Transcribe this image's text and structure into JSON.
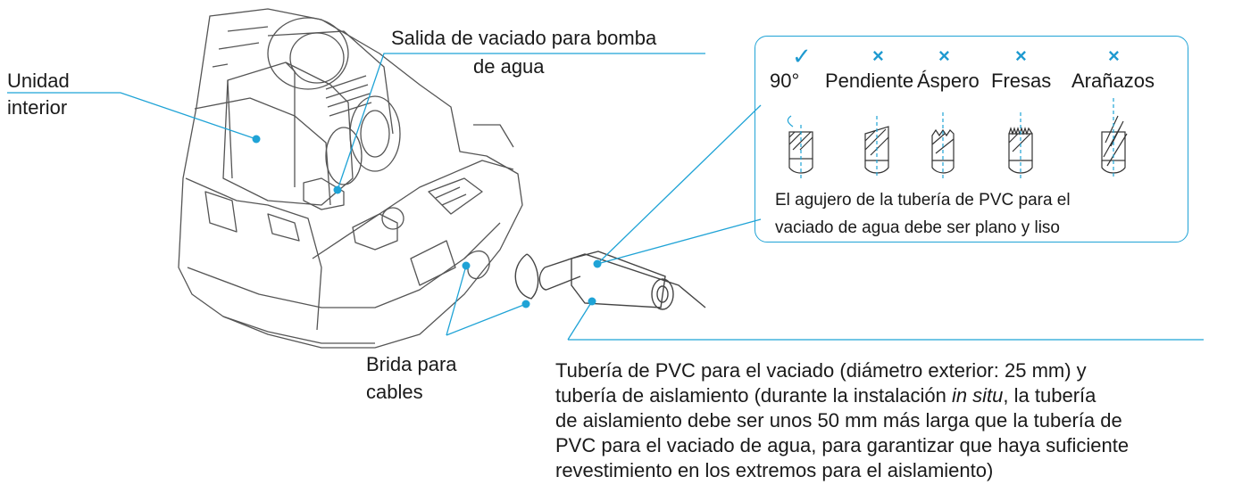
{
  "labels": {
    "indoor_unit": [
      "Unidad",
      "interior"
    ],
    "drain_outlet": [
      "Salida de vaciado para bomba",
      "de agua"
    ],
    "cable_tie": [
      "Brida para",
      "cables"
    ],
    "pvc_pipe_lines": [
      "Tubería de PVC para el vaciado (diámetro exterior: 25 mm) y",
      "de aislamiento debe ser unos 50 mm más larga que la tubería de",
      "PVC para el vaciado de agua, para garantizar que haya suficiente",
      "revestimiento en los extremos para el aislamiento)"
    ],
    "pvc_line2_a": "tubería de aislamiento (durante la instalación ",
    "pvc_line2_em": "in situ",
    "pvc_line2_b": ", la tubería"
  },
  "callout": {
    "items": [
      {
        "label": "90°",
        "mark": "✓",
        "ok": true
      },
      {
        "label": "Pendiente",
        "mark": "×",
        "ok": false
      },
      {
        "label": "Áspero",
        "mark": "×",
        "ok": false
      },
      {
        "label": "Fresas",
        "mark": "×",
        "ok": false
      },
      {
        "label": "Arañazos",
        "mark": "×",
        "ok": false
      }
    ],
    "note": [
      "El agujero de la tubería de PVC para el",
      "vaciado de agua debe ser plano y liso"
    ]
  },
  "colors": {
    "accent": "#1fa3d6",
    "line": "#3a3a3a"
  }
}
